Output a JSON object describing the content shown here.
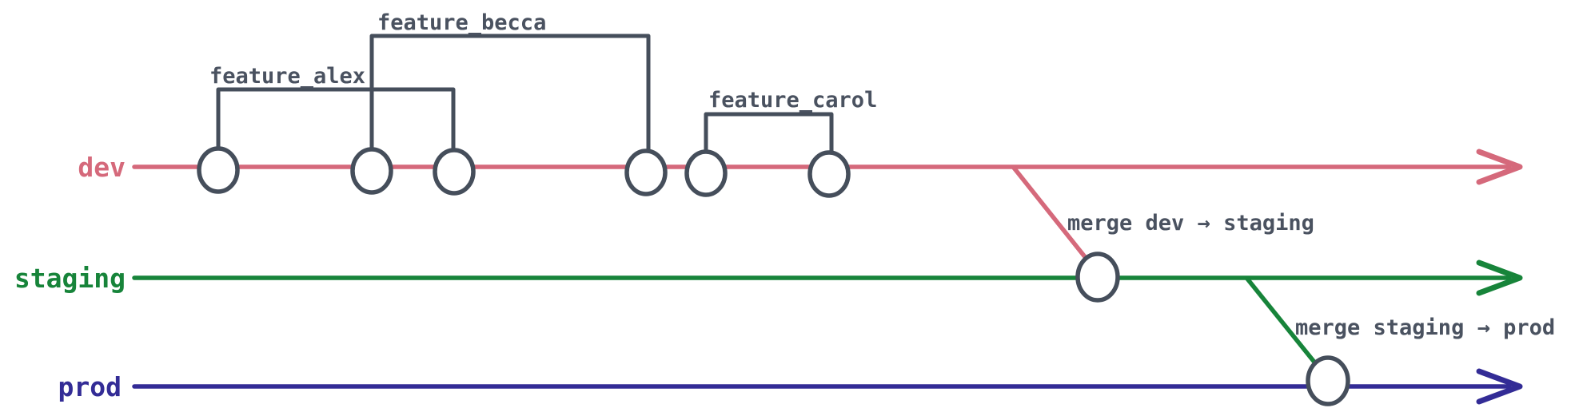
{
  "diagram": {
    "type": "git-branching-diagram",
    "background": "#ffffff",
    "text_color": "#4a5260",
    "node_stroke_color": "#454e5b",
    "node_fill_color": "#ffffff",
    "branches": [
      {
        "name": "dev",
        "color": "#d5697b",
        "commit_count": 6
      },
      {
        "name": "staging",
        "color": "#17843a",
        "commit_count": 1
      },
      {
        "name": "prod",
        "color": "#332c96",
        "commit_count": 1
      }
    ],
    "feature_branches": [
      {
        "label": "feature_alex",
        "from_commit": 1,
        "to_commit": 3
      },
      {
        "label": "feature_becca",
        "from_commit": 2,
        "to_commit": 4
      },
      {
        "label": "feature_carol",
        "from_commit": 5,
        "to_commit": 6
      }
    ],
    "merge_annotations": [
      {
        "label": "merge dev → staging",
        "from": "dev",
        "to": "staging"
      },
      {
        "label": "merge staging → prod",
        "from": "staging",
        "to": "prod"
      }
    ]
  }
}
